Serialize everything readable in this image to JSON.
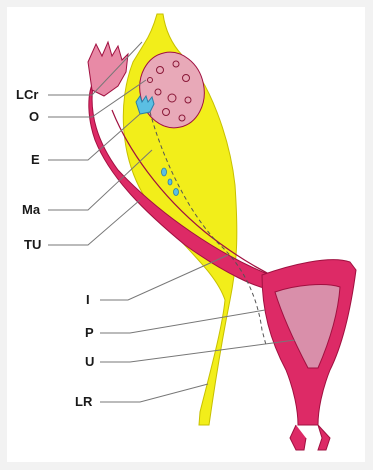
{
  "labels": {
    "lcr": "LCr",
    "o": "O",
    "e": "E",
    "ma": "Ma",
    "tu": "TU",
    "i": "I",
    "p": "P",
    "u": "U",
    "lr": "LR"
  },
  "colors": {
    "ligament_yellow": "#f2ee1a",
    "tube_magenta": "#dd2a66",
    "uterus_pink": "#d98faa",
    "ovary_pink": "#e8a9b8",
    "epoophoron_blue": "#5bbfe3",
    "leader_line": "#777777"
  }
}
